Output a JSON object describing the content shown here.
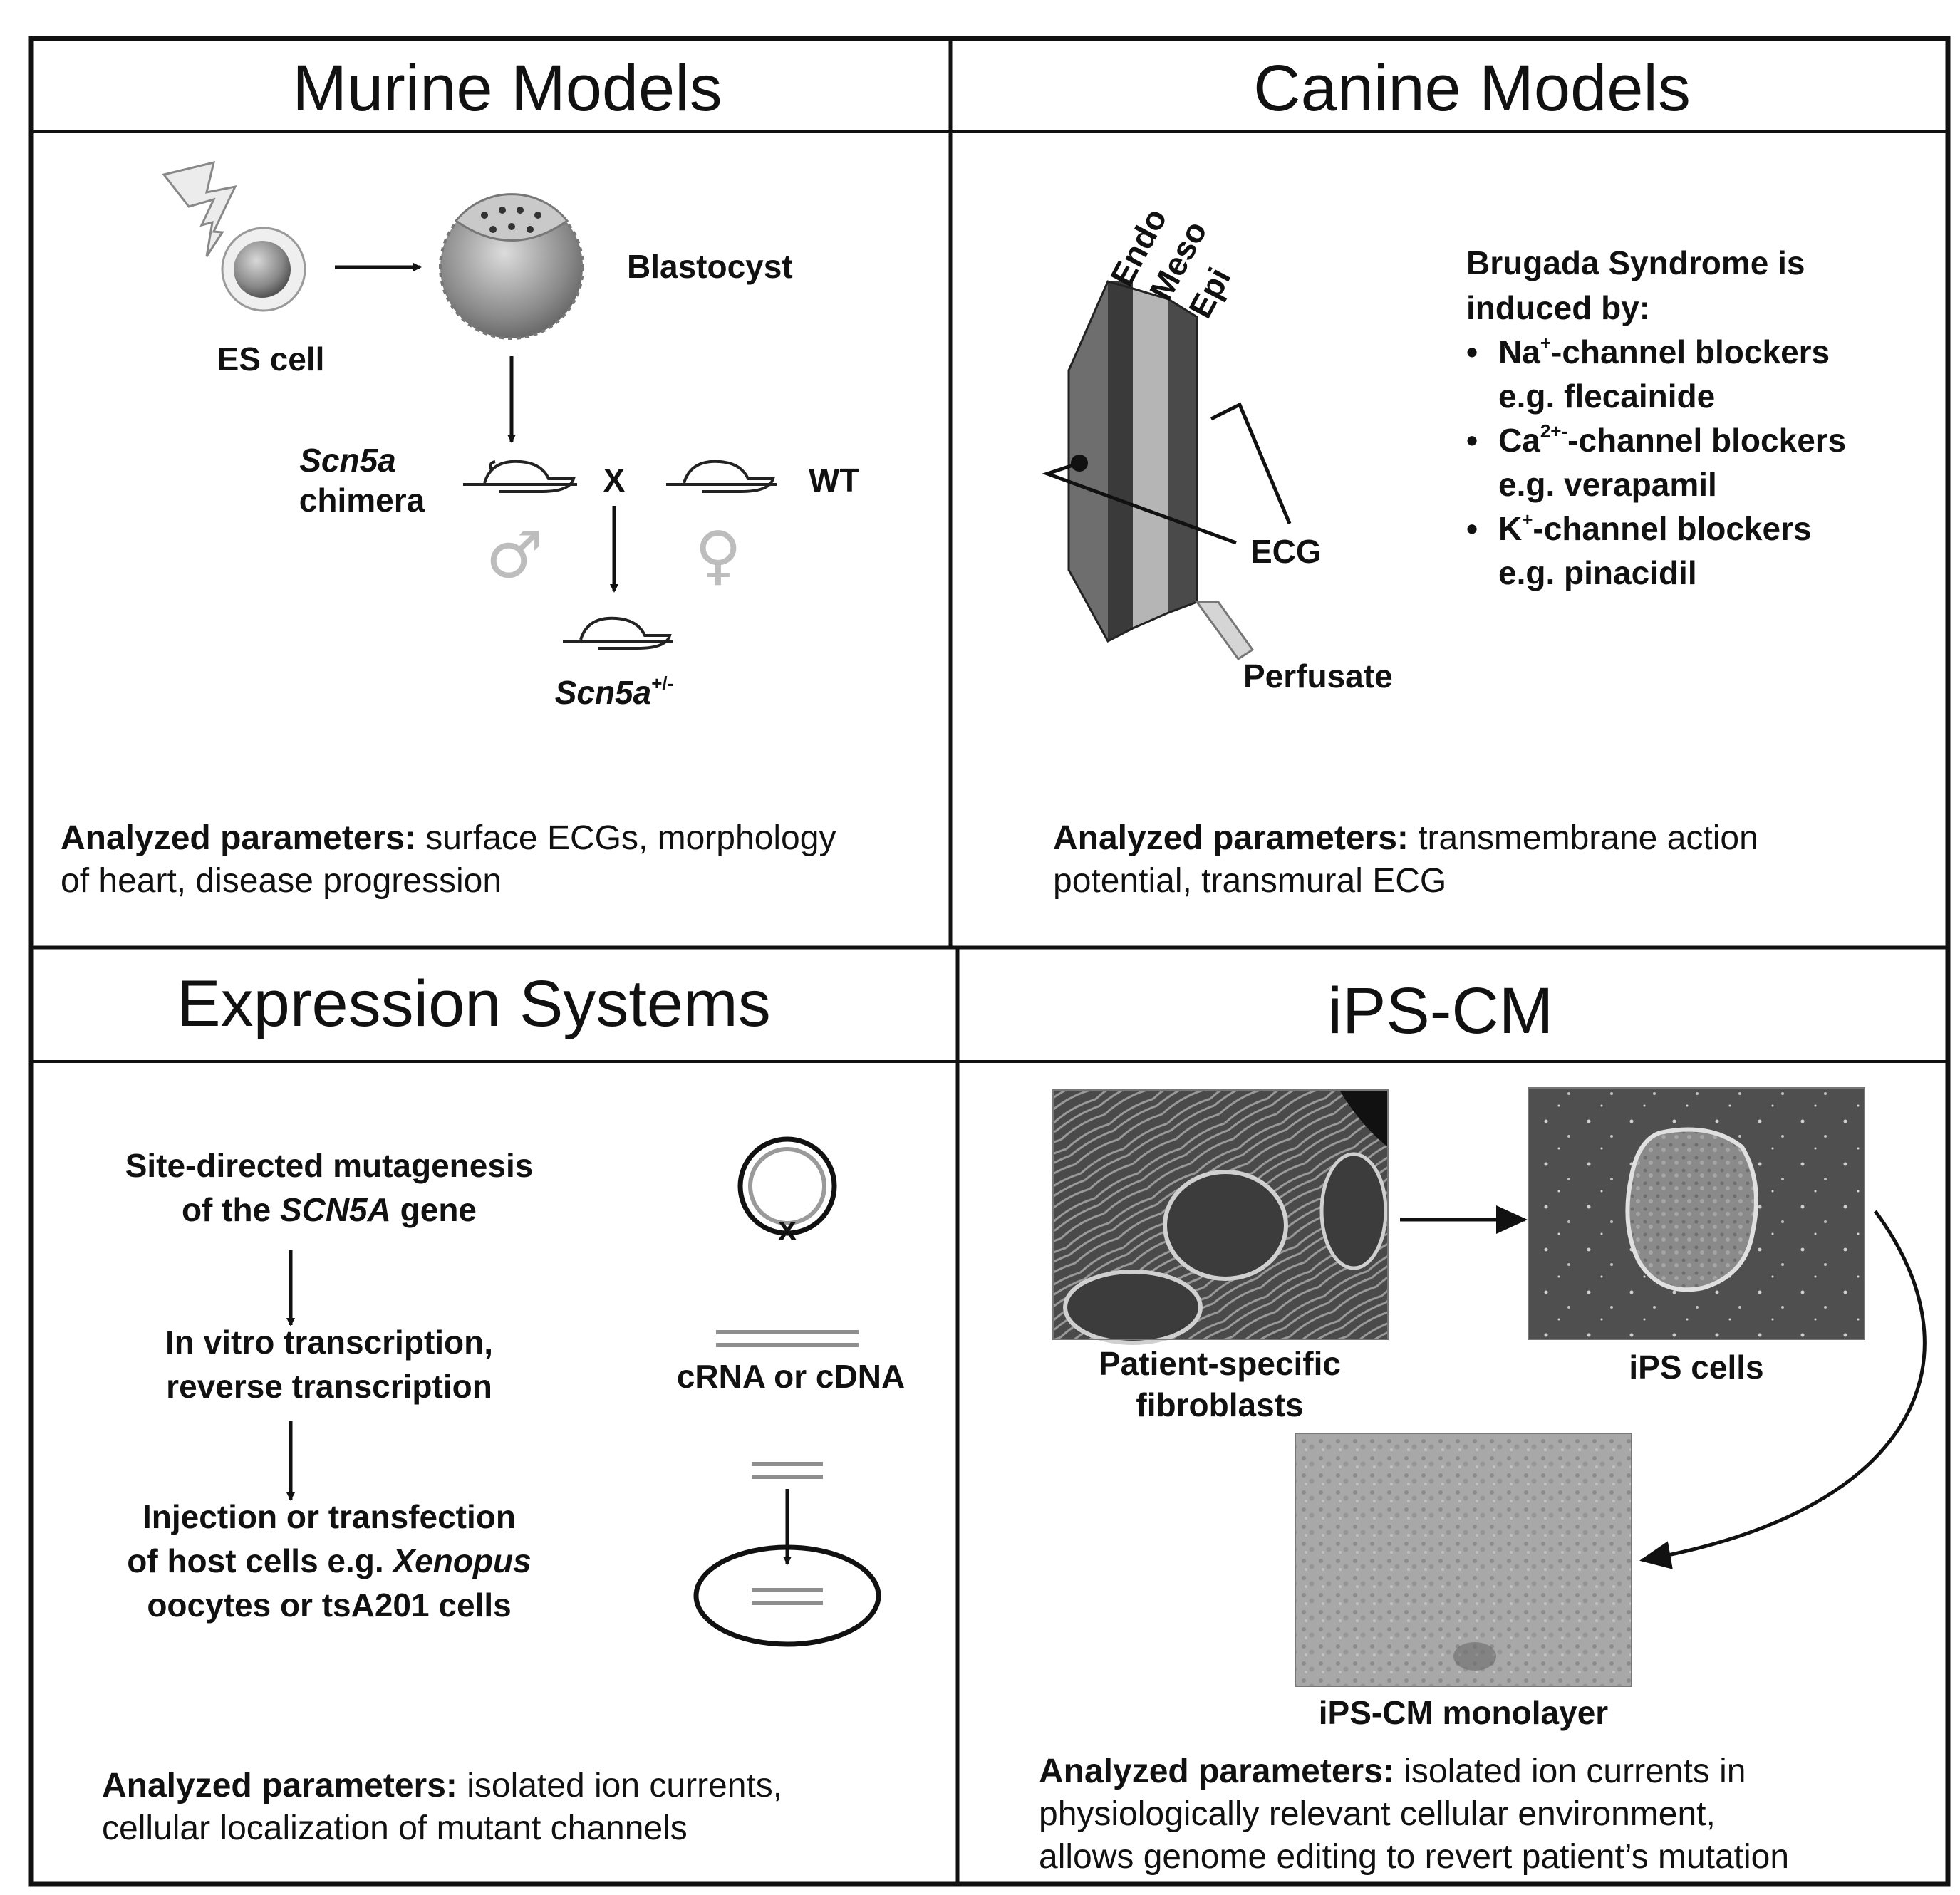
{
  "panels": {
    "murine": {
      "title": "Murine Models",
      "es_cell": "ES cell",
      "blastocyst": "Blastocyst",
      "chimera_gene": "Scn5a",
      "chimera_word": "chimera",
      "cross": "X",
      "wt": "WT",
      "male_symbol": "♂",
      "female_symbol": "♀",
      "offspring_gene": "Scn5a",
      "offspring_sup": "+/-",
      "params_bold": "Analyzed parameters:",
      "params_line1": " surface ECGs, morphology",
      "params_line2": "of heart, disease progression"
    },
    "canine": {
      "title": "Canine Models",
      "layer_endo": "Endo",
      "layer_meso": "Meso",
      "layer_epi": "Epi",
      "ecg": "ECG",
      "perfusate": "Perfusate",
      "induced_line1": "Brugada Syndrome is",
      "induced_line2": "induced by:",
      "bullet": "•",
      "na_ion": "Na",
      "na_sup": "+",
      "na_rest": "-channel blockers",
      "na_eg": "e.g. flecainide",
      "ca_ion": "Ca",
      "ca_sup": "2+-",
      "ca_rest": "-channel blockers",
      "ca_eg": "e.g. verapamil",
      "k_ion": "K",
      "k_sup": "+",
      "k_rest": "-channel blockers",
      "k_eg": "e.g. pinacidil",
      "params_bold": "Analyzed parameters:",
      "params_line1": " transmembrane action",
      "params_line2": "potential, transmural ECG"
    },
    "expression": {
      "title": "Expression Systems",
      "step1_line1": "Site-directed mutagenesis",
      "step1_line2a": "of the ",
      "step1_gene": "SCN5A",
      "step1_line2b": " gene",
      "step2_line1": "In vitro transcription,",
      "step2_line2": "reverse transcription",
      "step3_line1": "Injection or transfection",
      "step3_line2a": "of host cells e.g. ",
      "step3_species": "Xenopus",
      "step3_line3": "oocytes or tsA201 cells",
      "mutation_mark": "x",
      "crna": "cRNA or cDNA",
      "params_bold": "Analyzed parameters:",
      "params_line1": " isolated ion currents,",
      "params_line2": "cellular localization of mutant channels"
    },
    "ipscm": {
      "title": "iPS-CM",
      "fibro_line1": "Patient-specific",
      "fibro_line2": "fibroblasts",
      "ips_cells": "iPS cells",
      "monolayer": "iPS-CM monolayer",
      "params_bold": "Analyzed parameters:",
      "params_line1": " isolated ion currents in",
      "params_line2": "physiologically relevant cellular environment,",
      "params_line3": "allows genome editing to revert patient’s mutation"
    }
  },
  "colors": {
    "border": "#111111",
    "symbol_gray": "#bdbdbd",
    "endo_gray": "#6a6a6a",
    "meso_gray": "#b5b5b5",
    "dark_band": "#3a3a3a"
  }
}
